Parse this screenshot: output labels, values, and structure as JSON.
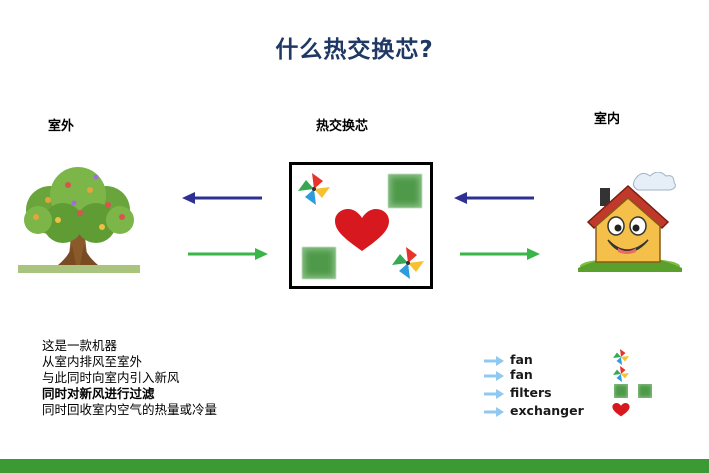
{
  "title": {
    "main": "什么热交换芯",
    "mark": "?"
  },
  "labels": {
    "outdoor": "室外",
    "core": "热交换芯",
    "indoor": "室内"
  },
  "description": [
    "这是一款机器",
    "从室内排风至室外",
    "与此同时向室内引入新风",
    "同时对新风进行过滤",
    "同时回收室内空气的热量或冷量"
  ],
  "legend": [
    {
      "label": "fan",
      "icon": "pinwheel-icon"
    },
    {
      "label": "fan",
      "icon": "pinwheel-icon"
    },
    {
      "label": "filters",
      "icon": "filter-square-icon"
    },
    {
      "label": "exchanger",
      "icon": "heart-icon"
    }
  ],
  "colors": {
    "title": "#1f3864",
    "arrow_exhaust": "#2e3192",
    "arrow_fresh": "#39b54a",
    "filter": "#4f9a4a",
    "heart": "#d7191f",
    "legend_arrow": "#8fc8f0",
    "footer": "#3c9a35"
  }
}
